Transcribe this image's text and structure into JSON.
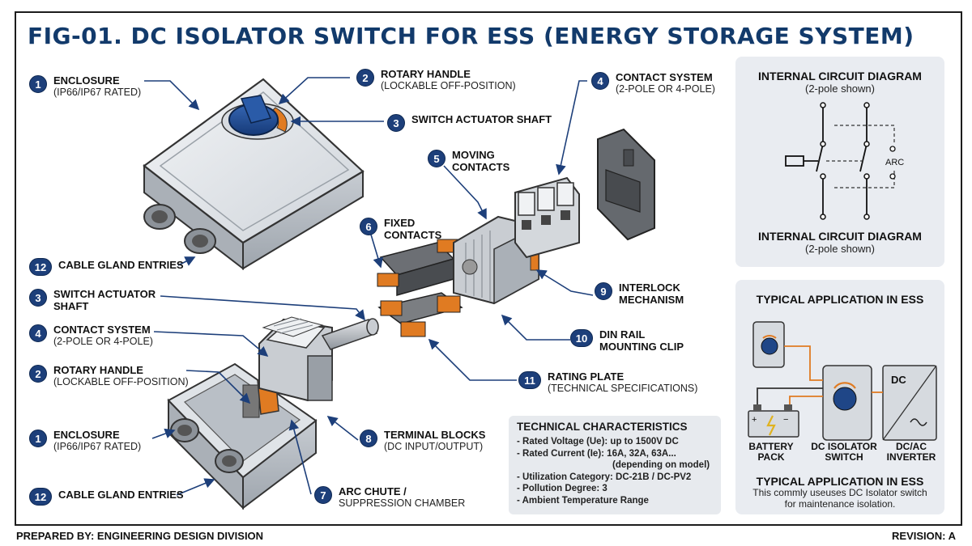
{
  "title": "FIG-01. DC ISOLATOR SWITCH FOR ESS (ENERGY STORAGE SYSTEM)",
  "footer": {
    "left": "PREPARED BY: ENGINEERING DESIGN DIVISION",
    "right": "REVISION: A"
  },
  "callouts": {
    "c1_top": {
      "num": "1",
      "title": "ENCLOSURE",
      "sub": "(IP66/IP67 RATED)"
    },
    "c2_top": {
      "num": "2",
      "title": "ROTARY HANDLE",
      "sub": "(LOCKABLE OFF-POSITION)"
    },
    "c3_top": {
      "num": "3",
      "title": "SWITCH ACTUATOR SHAFT",
      "sub": ""
    },
    "c4_top": {
      "num": "4",
      "title": "CONTACT SYSTEM",
      "sub": "(2-POLE OR 4-POLE)"
    },
    "c5": {
      "num": "5",
      "title": "MOVING",
      "title2": "CONTACTS"
    },
    "c6": {
      "num": "6",
      "title": "FIXED",
      "title2": "CONTACTS"
    },
    "c12_top": {
      "num": "12",
      "title": "CABLE GLAND ENTRIES"
    },
    "c3_mid": {
      "num": "3",
      "title": "SWITCH ACTUATOR",
      "title2": "SHAFT"
    },
    "c4_mid": {
      "num": "4",
      "title": "CONTACT SYSTEM",
      "sub": "(2-POLE OR 4-POLE)"
    },
    "c2_mid": {
      "num": "2",
      "title": "ROTARY HANDLE",
      "sub": "(LOCKABLE OFF-POSITION)"
    },
    "c1_bot": {
      "num": "1",
      "title": "ENCLOSURE",
      "sub": "(IP66/IP67 RATED)"
    },
    "c12_bot": {
      "num": "12",
      "title": "CABLE GLAND ENTRIES"
    },
    "c9": {
      "num": "9",
      "title": "INTERLOCK",
      "title2": "MECHANISM"
    },
    "c10": {
      "num": "10",
      "title": "DIN RAIL",
      "title2": "MOUNTING CLIP"
    },
    "c11": {
      "num": "11",
      "title": "RATING PLATE",
      "sub": "(TECHNICAL SPECIFICATIONS)"
    },
    "c8": {
      "num": "8",
      "title": "TERMINAL BLOCKS",
      "sub": "(DC INPUT/OUTPUT)"
    },
    "c7": {
      "num": "7",
      "title": "ARC CHUTE /",
      "sub": "SUPPRESSION CHAMBER"
    }
  },
  "circuit_panel": {
    "title": "INTERNAL CIRCUIT DIAGRAM",
    "sub": "(2-pole shown)",
    "title_bottom": "INTERNAL CIRCUIT DIAGRAM",
    "sub_bottom": "(2-pole shown)",
    "arc_label": "ARC"
  },
  "application_panel": {
    "title": "TYPICAL APPLICATION IN ESS",
    "battery_label_1": "BATTERY",
    "battery_label_2": "PACK",
    "switch_label_1": "DC ISOLATOR",
    "switch_label_2": "SWITCH",
    "inverter_label_1": "DC/AC",
    "inverter_label_2": "INVERTER",
    "inverter_dc": "DC",
    "title_bottom": "TYPICAL APPLICATION IN ESS",
    "note_1": "This commly useuses DC Isolator switch",
    "note_2": "for maintenance isolation."
  },
  "technical": {
    "title": "TECHNICAL CHARACTERISTICS",
    "items": [
      "- Rated Voltage (Ue): up to 1500V DC",
      "- Rated Current (Ie): 16A, 32A, 63A...",
      "(depending on model)",
      "- Utilization Category: DC-21B / DC-PV2",
      "- Pollution Degree: 3",
      "- Ambient Temperature Range"
    ]
  },
  "colors": {
    "accent": "#1d3f7a",
    "title": "#123a6b",
    "orange": "#e07b22",
    "panel": "#e9ecf1"
  }
}
